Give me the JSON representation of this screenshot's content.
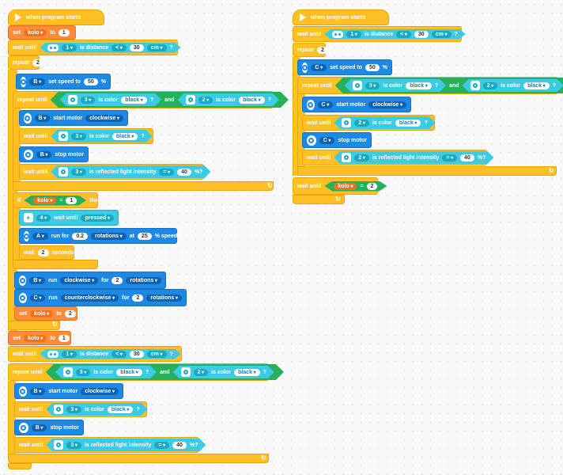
{
  "labels": {
    "when_program_starts": "when program starts",
    "set": "set",
    "to": "to",
    "wait_until": "wait until",
    "is_distance": "is distance",
    "repeat": "repeat",
    "repeat_until": "repeat until",
    "set_speed_to": "set speed to",
    "percent": "%",
    "is_color": "is color",
    "and": "and",
    "start_motor": "start motor",
    "stop_motor": "stop motor",
    "is_reflected": "is reflected light intensity",
    "pct_q": "%?",
    "q": "?",
    "if": "if",
    "then": "then",
    "wait_until_force": "wait until",
    "run_for": "run for",
    "rotations": "rotations",
    "at": "at",
    "pct_speed": "% speed",
    "wait": "wait",
    "seconds": "seconds",
    "run": "run",
    "for": "for",
    "eq": "="
  },
  "values": {
    "var_name": "kolo",
    "zero_one": "1",
    "two": "2",
    "port_1": "1",
    "port_2": "2",
    "port_3": "3",
    "port_4": "4",
    "cmp_lt": "<",
    "cmp_eq": "=",
    "dist_30": "30",
    "unit_cm": "cm",
    "port_B": "B",
    "port_C": "C",
    "port_A": "A",
    "speed_50": "50",
    "color_black": "black",
    "dir_clockwise": "clockwise",
    "dir_counter": "counterclockwise",
    "light_40": "40",
    "pressed": "pressed",
    "rot_02": "0.2",
    "speed_25": "25"
  }
}
